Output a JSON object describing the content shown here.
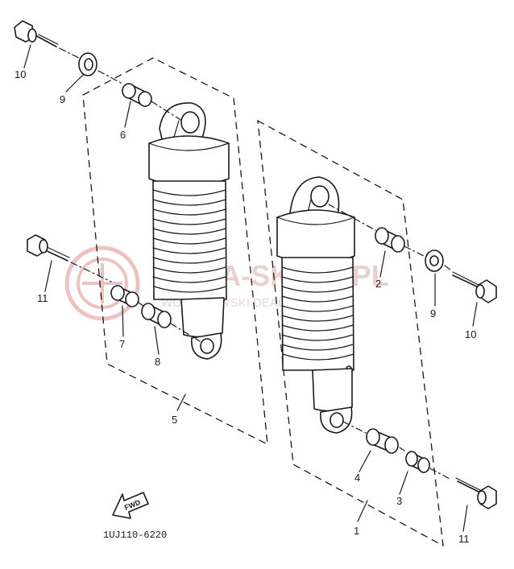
{
  "diagram": {
    "part_code": "1UJ110-6220",
    "fwd_label": "FWD",
    "watermark": {
      "brand": "MOTA-SKLEP.PL",
      "sub": "WOLICHOWSKI DEALER YAMAHA"
    },
    "callouts": {
      "c1": "1",
      "c2": "2",
      "c3": "3",
      "c4": "4",
      "c5": "5",
      "c6": "6",
      "c7": "7",
      "c8": "8",
      "c9a": "9",
      "c9b": "9",
      "c10a": "10",
      "c10b": "10",
      "c11a": "11",
      "c11b": "11"
    }
  }
}
